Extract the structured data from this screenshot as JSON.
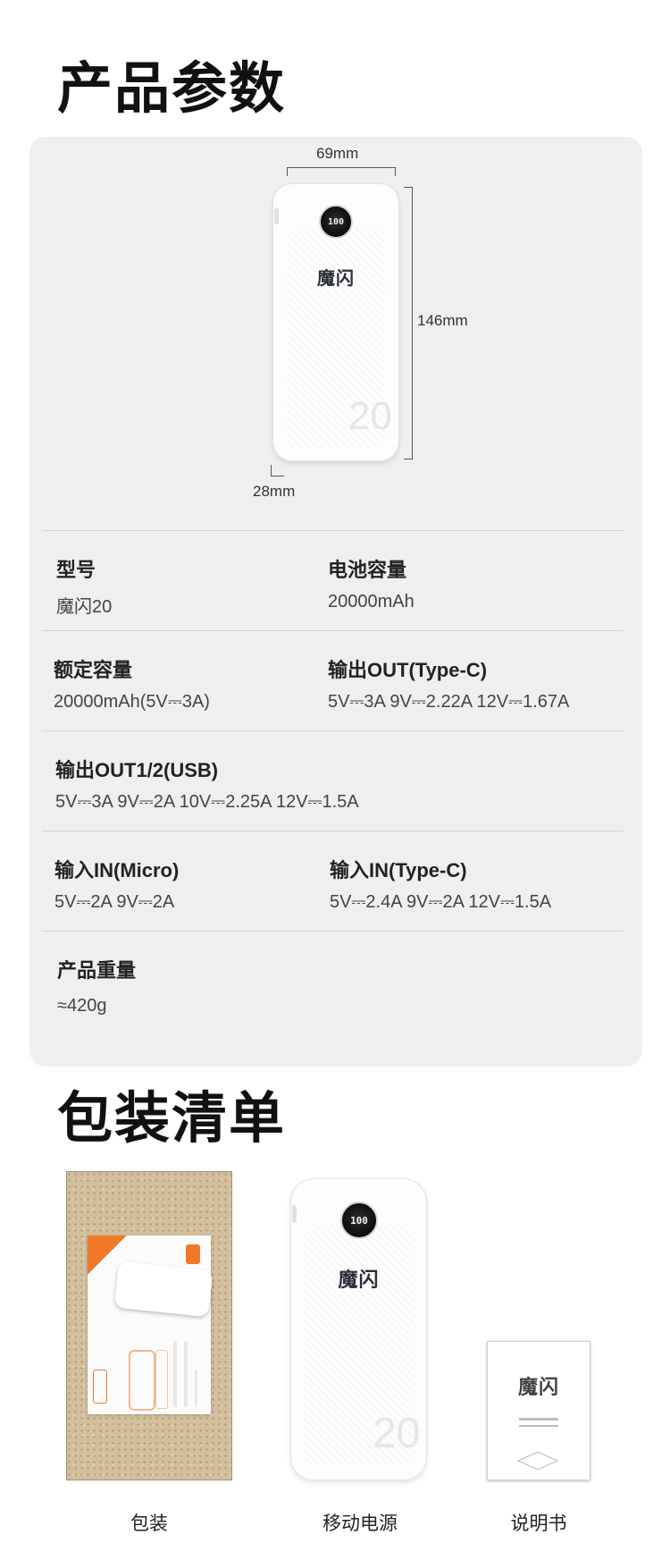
{
  "sections": {
    "params_title": "产品参数",
    "package_title": "包装清单"
  },
  "product_illustration": {
    "width_label": "69mm",
    "height_label": "146mm",
    "depth_label": "28mm",
    "screen_text": "100",
    "brand": "魔闪",
    "big_number": "20"
  },
  "specs": {
    "model_label": "型号",
    "model_value": "魔闪20",
    "battery_label": "电池容量",
    "battery_value": "20000mAh",
    "rated_label": "额定容量",
    "rated_value": "20000mAh(5V⎓3A)",
    "out_typec_label": "输出OUT(Type-C)",
    "out_typec_value": "5V⎓3A 9V⎓2.22A 12V⎓1.67A",
    "out_usb_label": "输出OUT1/2(USB)",
    "out_usb_value": "5V⎓3A 9V⎓2A 10V⎓2.25A 12V⎓1.5A",
    "in_micro_label": "输入IN(Micro)",
    "in_micro_value": "5V⎓2A 9V⎓2A",
    "in_typec_label": "输入IN(Type-C)",
    "in_typec_value": "5V⎓2.4A 9V⎓2A 12V⎓1.5A",
    "weight_label": "产品重量",
    "weight_value": "≈420g"
  },
  "package": {
    "items": [
      {
        "caption": "包装"
      },
      {
        "caption": "移动电源"
      },
      {
        "caption": "说明书"
      }
    ],
    "manual_brand": "魔闪",
    "bank_brand": "魔闪",
    "bank_screen": "100",
    "bank_big_number": "20"
  },
  "colors": {
    "card_bg": "#efeff1",
    "accent_orange": "#f07a2a",
    "kraft": "#d3bf9c"
  }
}
